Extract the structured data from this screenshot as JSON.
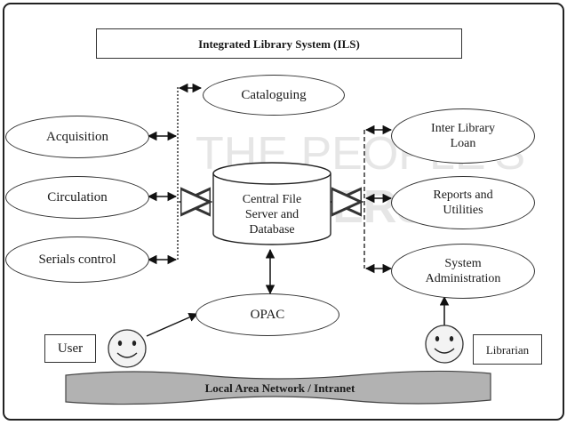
{
  "title": "Integrated Library System (ILS)",
  "modules": {
    "cataloguing": "Cataloguing",
    "acquisition": "Acquisition",
    "circulation": "Circulation",
    "serials": "Serials control",
    "inter_library_loan": "Inter Library\nLoan",
    "reports": "Reports and\nUtilities",
    "system_admin": "System\nAdministration",
    "opac": "OPAC"
  },
  "central": "Central File\nServer and\nDatabase",
  "actors": {
    "user": "User",
    "librarian": "Librarian"
  },
  "network": "Local Area Network / Intranet",
  "watermark": {
    "line1": "THE PEOPLE'S",
    "line2": "UNIVERSITY"
  }
}
